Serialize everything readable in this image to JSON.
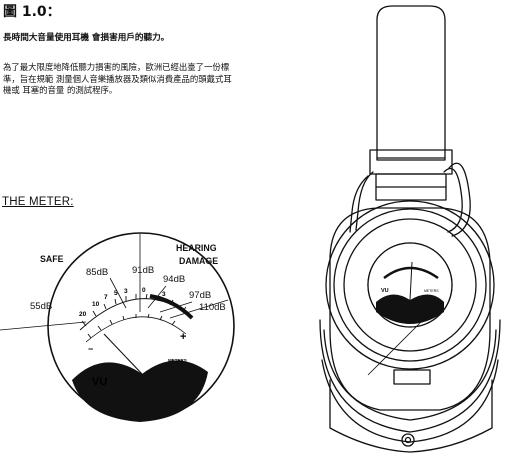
{
  "figure_label": "圖 1.0：",
  "warning_text": "長時間大音量使用耳機 會損害用戶的聽力。",
  "body_lines": [
    "為了最大限度地降低聽力損害的風險，歐洲已經出臺了一份標",
    "準，旨在規範 測量個人音樂播放器及類似消費產品的頭戴式耳",
    "機或 耳塞的音量 的測試程序。"
  ],
  "meter_heading": "THE METER:",
  "meter_labels": {
    "safe": "SAFE",
    "hearing_damage_line1": "HEARING",
    "hearing_damage_line2": "DAMAGE",
    "db_55": "55dB",
    "db_85": "85dB",
    "db_91": "91dB",
    "db_94": "94dB",
    "db_97": "97dB",
    "db_110": "110dB"
  },
  "meter_face": {
    "vu": "VU",
    "meters": "METERS",
    "scale_marks": [
      "20",
      "10",
      "7",
      "5",
      "3",
      "0",
      "3"
    ],
    "minus": "−",
    "plus": "+"
  }
}
